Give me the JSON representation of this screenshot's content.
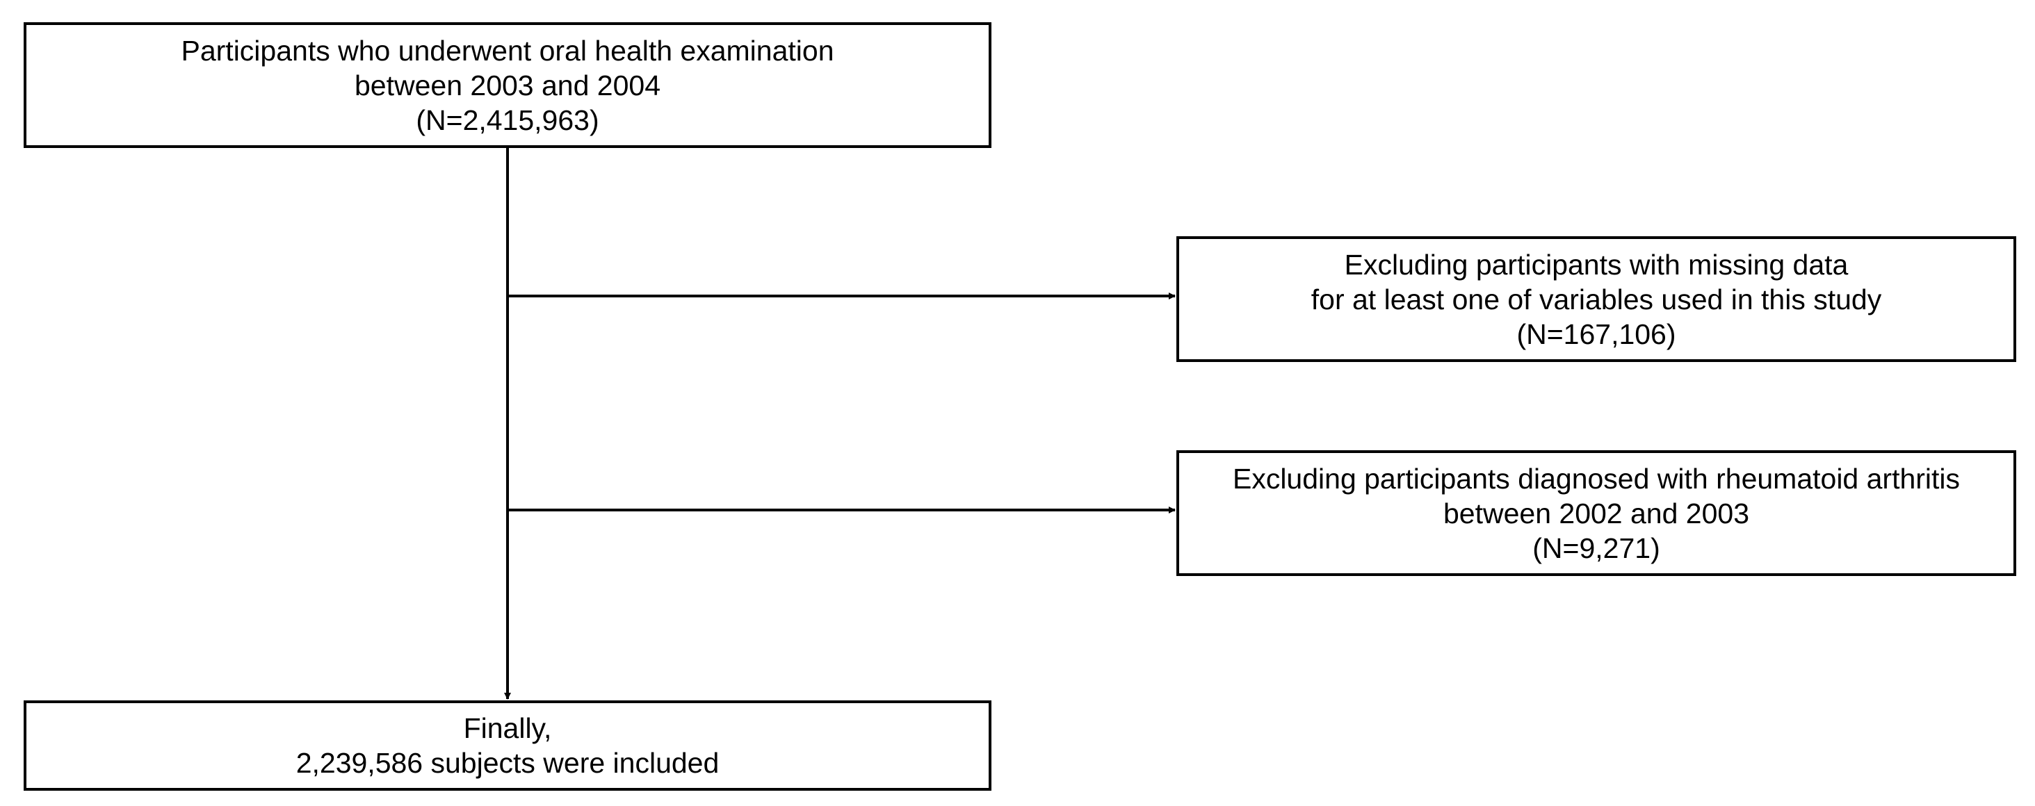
{
  "flowchart": {
    "start": {
      "lines": [
        "Participants who underwent oral health examination",
        "between 2003 and 2004",
        "(N=2,415,963)"
      ]
    },
    "exclusion_1": {
      "lines": [
        "Excluding participants with missing data",
        "for at least one of variables used in this study",
        "(N=167,106)"
      ]
    },
    "exclusion_2": {
      "lines": [
        "Excluding participants diagnosed with rheumatoid arthritis",
        "between 2002 and 2003",
        "(N=9,271)"
      ]
    },
    "final": {
      "lines": [
        "Finally,",
        "2,239,586 subjects were included"
      ]
    }
  }
}
